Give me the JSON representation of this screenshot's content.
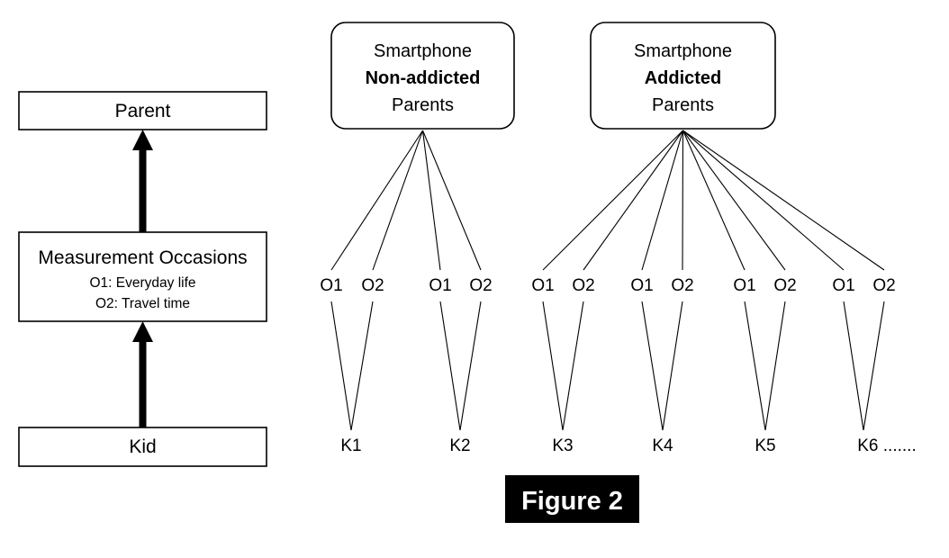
{
  "figure": {
    "badge_label": "Figure 2",
    "badge_bg": "#000000",
    "badge_fg": "#ffffff",
    "stroke_color": "#000000",
    "fill_color": "#ffffff"
  },
  "left_panel": {
    "levels": [
      {
        "title": "Parent",
        "sub": []
      },
      {
        "title": "Measurement Occasions",
        "sub": [
          "O1: Everyday life",
          "O2: Travel time"
        ]
      },
      {
        "title": "Kid",
        "sub": []
      }
    ],
    "arrows": [
      {
        "from": "Kid",
        "to": "Measurement Occasions",
        "direction": "up"
      },
      {
        "from": "Measurement Occasions",
        "to": "Parent",
        "direction": "up"
      }
    ]
  },
  "right_panel": {
    "groups": [
      {
        "id": "non-addicted",
        "line1": "Smartphone",
        "line2": "Non-addicted",
        "line3": "Parents",
        "bold_line": 2,
        "kids": [
          {
            "label": "K1",
            "occasions": [
              "O1",
              "O2"
            ]
          },
          {
            "label": "K2",
            "occasions": [
              "O1",
              "O2"
            ]
          }
        ]
      },
      {
        "id": "addicted",
        "line1": "Smartphone",
        "line2": "Addicted",
        "line3": "Parents",
        "bold_line": 2,
        "kids": [
          {
            "label": "K3",
            "occasions": [
              "O1",
              "O2"
            ]
          },
          {
            "label": "K4",
            "occasions": [
              "O1",
              "O2"
            ]
          },
          {
            "label": "K5",
            "occasions": [
              "O1",
              "O2"
            ]
          },
          {
            "label": "K6 .......",
            "occasions": [
              "O1",
              "O2"
            ]
          }
        ]
      }
    ]
  }
}
